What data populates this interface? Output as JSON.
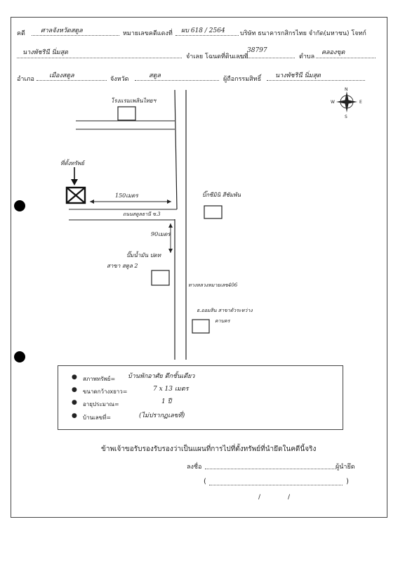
{
  "header": {
    "row1": {
      "case_label": "คดี",
      "case_value": "ศาลจังหวัดสตูล",
      "red_no_label": "หมายเลขคดีแดงที่",
      "red_no_value": "ผบ 618 / 2564",
      "company": "บริษัท ธนาคารกสิกรไทย จำกัด(มหาชน) โจทก์"
    },
    "row2": {
      "defendant_value": "นางพัชรินี นิ่มสุด",
      "defendant_label": "จำเลย",
      "deed_label": "โฉนดที่ดินเลขที่",
      "deed_value": "38797",
      "subdistrict_label": "ตำบล",
      "subdistrict_value": "คลองขุด"
    },
    "row3": {
      "district_label": "อำเภอ",
      "district_value": "เมืองสตูล",
      "province_label": "จังหวัด",
      "province_value": "สตูล",
      "owner_label": "ผู้ถือกรรมสิทธิ์",
      "owner_value": "นางพัชรินี นิ่มสุด"
    }
  },
  "compass": {
    "n": "N",
    "s": "S",
    "e": "E",
    "w": "W"
  },
  "map_labels": {
    "hotel": "โรงแรมเพลินไทยฯ",
    "property": "ที่ตั้งทรัพย์",
    "distance_150": "150เมตร",
    "soi3": "ถนนสตูลธานี ซ.3",
    "big_c": "บิ๊กซีมินิ สีชัมพัน",
    "distance_90": "90เมตร",
    "ptt": "ปั๊มน้ำมัน ปตท",
    "branch": "สาขา สตูล 2",
    "highway": "ทางหลวงหมายเลข406",
    "bank": "ธ.ออมสิน สาขาตัวระหว่าง",
    "bank2": "คาบคร"
  },
  "info": {
    "items": [
      {
        "label": "สภาพทรัพย์=",
        "value": "บ้านพักอาศัย ตึกชั้นเดียว"
      },
      {
        "label": "ขนาดกว้างxยาว=",
        "value": "7 x 13 เมตร"
      },
      {
        "label": "อายุประมาณ=",
        "value": "1 ปี"
      },
      {
        "label": "บ้านเลขที่=",
        "value": "(ไม่ปรากฏเลขที่)"
      }
    ]
  },
  "footer": {
    "certify": "ข้าพเจ้าขอรับรองรับรองว่าเป็นแผนที่การไปที่ตั้งทรัพย์ที่นำยึดในคดีนี้จริง",
    "sign_label": "ลงชื่อ",
    "seizer_label": "ผู้นำยึด",
    "open_paren": "(",
    "close_paren": ")",
    "date_sep1": "/",
    "date_sep2": "/"
  },
  "colors": {
    "ink": "#222222",
    "punch": "#000000"
  }
}
